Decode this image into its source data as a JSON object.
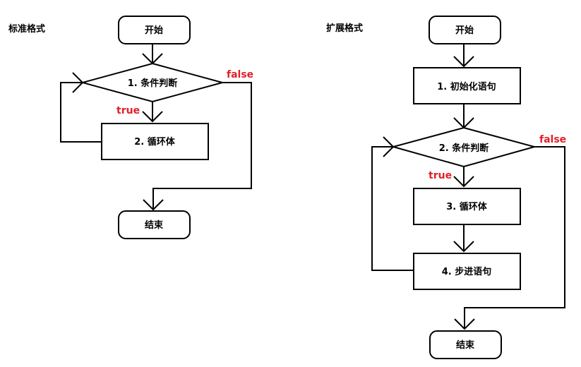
{
  "standard": {
    "title": "标准格式",
    "start": "开始",
    "condition": "1. 条件判断",
    "body": "2. 循环体",
    "end": "结束",
    "true_label": "true",
    "false_label": "false"
  },
  "extended": {
    "title": "扩展格式",
    "start": "开始",
    "init": "1. 初始化语句",
    "condition": "2. 条件判断",
    "body": "3. 循环体",
    "step": "4. 步进语句",
    "end": "结束",
    "true_label": "true",
    "false_label": "false"
  },
  "colors": {
    "stroke": "#000000",
    "condition_label": "#e0202a",
    "background": "#ffffff"
  }
}
